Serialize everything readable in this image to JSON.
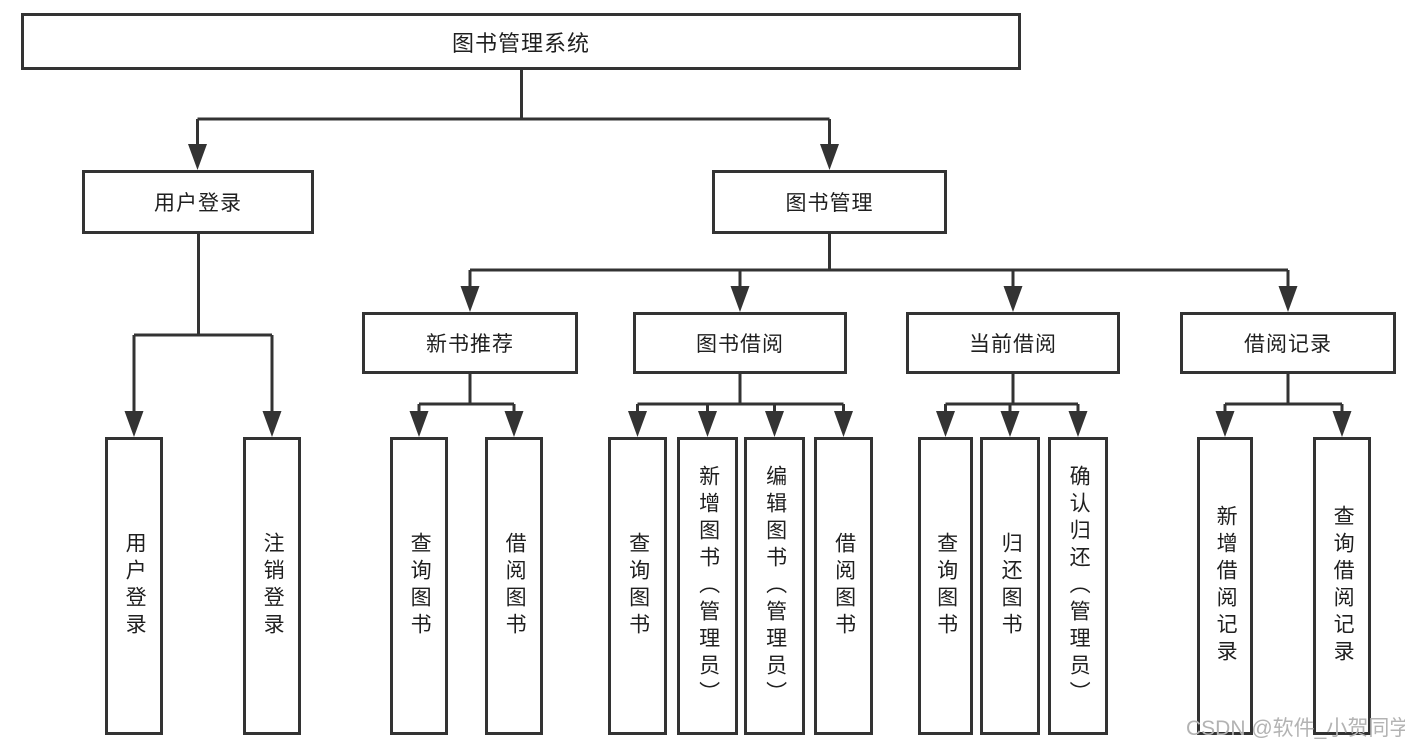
{
  "diagram_type": "hierarchy-tree",
  "tree": {
    "label": "图书管理系统",
    "children": [
      {
        "label": "用户登录",
        "children": [
          {
            "label": "用户登录"
          },
          {
            "label": "注销登录"
          }
        ]
      },
      {
        "label": "图书管理",
        "children": [
          {
            "label": "新书推荐",
            "children": [
              {
                "label": "查询图书"
              },
              {
                "label": "借阅图书"
              }
            ]
          },
          {
            "label": "图书借阅",
            "children": [
              {
                "label": "查询图书"
              },
              {
                "label": "新增图书（管理员）"
              },
              {
                "label": "编辑图书（管理员）"
              },
              {
                "label": "借阅图书"
              }
            ]
          },
          {
            "label": "当前借阅",
            "children": [
              {
                "label": "查询图书"
              },
              {
                "label": "归还图书"
              },
              {
                "label": "确认归还（管理员）"
              }
            ]
          },
          {
            "label": "借阅记录",
            "children": [
              {
                "label": "新增借阅记录"
              },
              {
                "label": "查询借阅记录"
              }
            ]
          }
        ]
      }
    ]
  },
  "watermark": {
    "text": "CSDN @软件_小贺同学"
  },
  "colors": {
    "line": "#333333",
    "box_border": "#333333",
    "box_fill": "#ffffff",
    "text": "#1f1f1f",
    "watermark": "#b3b3b3",
    "background": "#ffffff"
  }
}
